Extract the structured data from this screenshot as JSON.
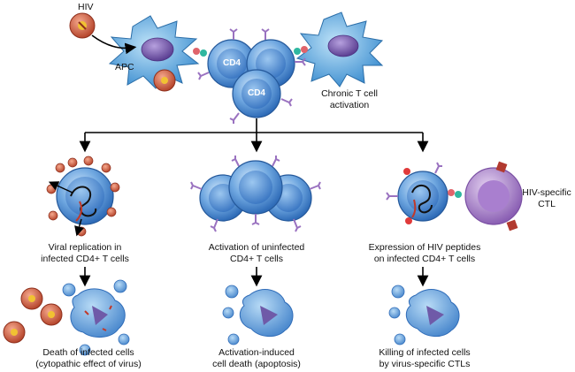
{
  "labels": {
    "hiv": "HIV",
    "apc": "APC",
    "cd4_a": "CD4",
    "cd4_b": "CD4",
    "chronic": "Chronic T cell\nactivation",
    "viral_replication": "Viral replication in\ninfected CD4+ T cells",
    "activation_uninfected": "Activation of uninfected\nCD4+ T cells",
    "expression_peptides": "Expression of HIV peptides\non infected CD4+ T cells",
    "hiv_ctl": "HIV-specific\nCTL",
    "death_infected": "Death of infected cells\n(cytopathic effect of virus)",
    "activation_induced": "Activation-induced\ncell death (apoptosis)",
    "killing_infected": "Killing of infected cells\nby virus-specific CTLs"
  },
  "colors": {
    "cell_blue": "#4f8fd6",
    "cell_light": "#a9d0f2",
    "apc_blue": "#5aa7dd",
    "nucleus": "#7b5bb0",
    "ctl_purple": "#a57cc8",
    "virus_red": "#c0392b",
    "arrow": "#000000"
  }
}
